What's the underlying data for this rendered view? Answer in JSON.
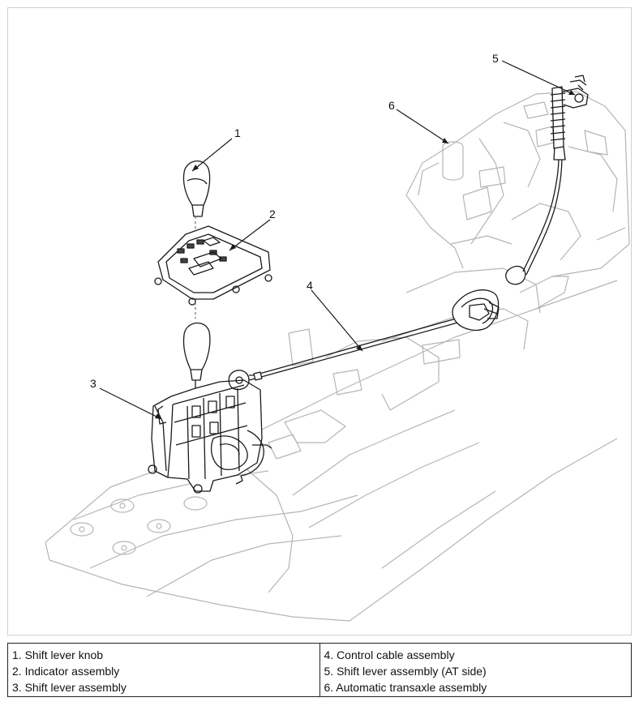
{
  "callouts": [
    "1",
    "2",
    "3",
    "4",
    "5",
    "6"
  ],
  "legend": {
    "left": [
      "1. Shift lever knob",
      "2. Indicator assembly",
      "3. Shift lever assembly"
    ],
    "right": [
      "4. Control cable assembly",
      "5. Shift lever assembly (AT side)",
      "6. Automatic transaxle assembly"
    ]
  },
  "colors": {
    "ink": "#1a1a1a",
    "faint_line": "#b5b5b5",
    "border": "#222222"
  }
}
